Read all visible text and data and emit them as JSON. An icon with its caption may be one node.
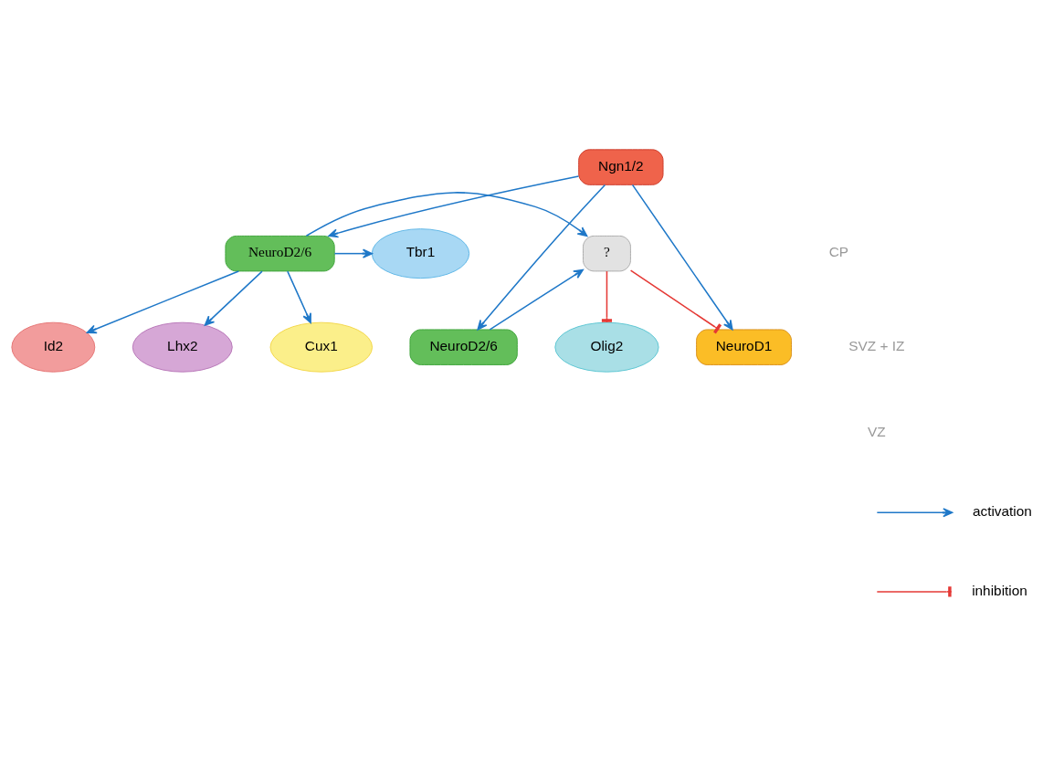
{
  "diagram": {
    "nodes": [
      {
        "text": [
          "NeuroD2/6"
        ]
      },
      {
        "text": [
          "Cux1"
        ]
      },
      {
        "text": [
          "Tbr1"
        ]
      },
      {
        "text": [
          "?"
        ]
      },
      {
        "text": [
          "Id2"
        ]
      },
      {
        "text": [
          "Olig2"
        ]
      },
      {
        "text": [
          "NeuroD2/6"
        ]
      },
      {
        "text": [
          "Lhx2"
        ]
      },
      {
        "text": [
          "NeuroD1"
        ]
      },
      {
        "text": [
          "Ngn1/2"
        ]
      }
    ],
    "edges": [
      {
        "from": 0,
        "to": 1,
        "arrow": "to"
      },
      {
        "from": 0,
        "to": 2,
        "arrow": "to"
      },
      {
        "from": 0,
        "to": 3,
        "arrow": "to"
      },
      {
        "from": 0,
        "to": 4,
        "arrow": "to"
      },
      {
        "from": 0,
        "to": 7,
        "arrow": "to"
      },
      {
        "from": 6,
        "to": 3,
        "arrow": "to"
      },
      {
        "from": 3,
        "to": 5,
        "arrow": "other",
        "color": "#e53935"
      },
      {
        "from": 3,
        "to": 8,
        "arrow": "other",
        "color": "#e53935"
      },
      {
        "from": 9,
        "to": 8,
        "arrow": "to"
      },
      {
        "from": 9,
        "to": 6,
        "arrow": "to"
      },
      {
        "from": 9,
        "to": 0,
        "arrow": "to"
      }
    ],
    "labels": [
      "CP",
      "SVZ + IZ",
      "VZ"
    ],
    "legend": [
      {
        "text": "activation"
      },
      {
        "text": "inhibition"
      }
    ]
  }
}
